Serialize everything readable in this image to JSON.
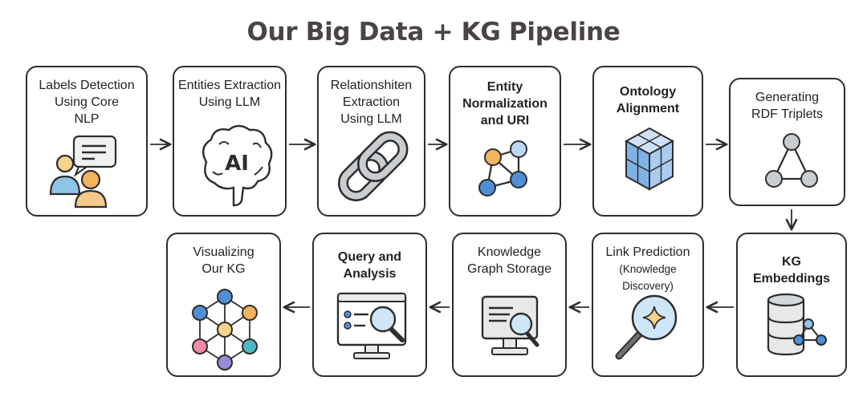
{
  "title": "Our Big Data + KG Pipeline",
  "steps": [
    {
      "line1": "Labels Detection",
      "line2": "Using Core",
      "line3": "NLP",
      "icon": "people-chat-icon"
    },
    {
      "line1": "Entities Extraction",
      "line2": "Using LLM",
      "icon": "ai-brain-icon",
      "icon_text": "AI"
    },
    {
      "line1": "Relationshiten",
      "line2": "Extraction",
      "line3": "Using LLM",
      "icon": "chain-link-icon"
    },
    {
      "line1": "Entity",
      "line2": "Normalization",
      "line3": "and URI",
      "icon": "graph-nodes-icon"
    },
    {
      "line1": "Ontology",
      "line2": "Alignment",
      "icon": "cube-icon"
    },
    {
      "line1": "Generating",
      "line2": "RDF Triplets",
      "icon": "triangle-graph-icon"
    },
    {
      "line1": "KG",
      "line2": "Embeddings",
      "icon": "database-graph-icon"
    },
    {
      "line1": "Link Prediction",
      "line2": "(Knowledge Discovery)",
      "icon": "magnifier-sparkle-icon"
    },
    {
      "line1": "Knowledge",
      "line2": "Graph Storage",
      "icon": "monitor-search-icon"
    },
    {
      "line1": "Query and",
      "line2": "Analysis",
      "icon": "dashboard-search-icon"
    },
    {
      "line1": "Visualizing",
      "line2": "Our KG",
      "icon": "network-graph-icon"
    }
  ]
}
